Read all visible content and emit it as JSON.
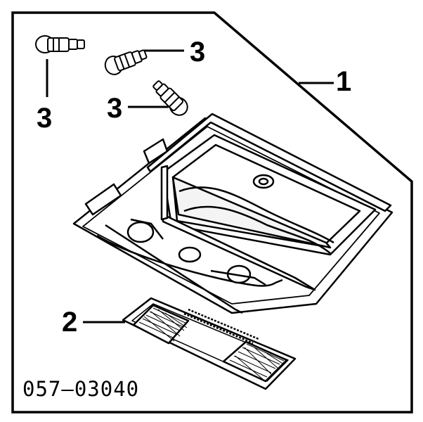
{
  "diagram": {
    "callouts": {
      "c1": "1",
      "c2": "2",
      "c3a": "3",
      "c3b": "3",
      "c3c": "3"
    },
    "part_code": "057–03040"
  }
}
